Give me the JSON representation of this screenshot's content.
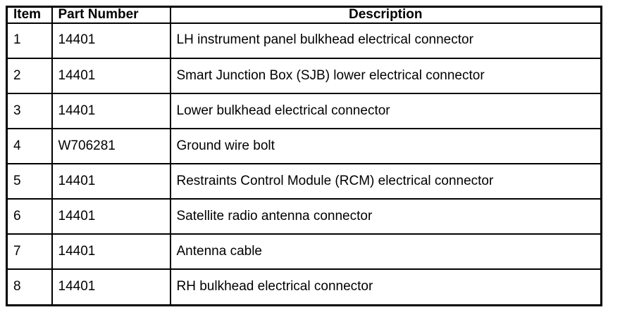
{
  "table": {
    "columns": [
      {
        "key": "item",
        "label": "Item"
      },
      {
        "key": "part_number",
        "label": "Part Number"
      },
      {
        "key": "description",
        "label": "Description"
      }
    ],
    "rows": [
      {
        "item": "1",
        "part_number": "14401",
        "description": "LH instrument panel bulkhead electrical connector"
      },
      {
        "item": "2",
        "part_number": "14401",
        "description": "Smart Junction Box (SJB) lower electrical connector"
      },
      {
        "item": "3",
        "part_number": "14401",
        "description": "Lower bulkhead electrical connector"
      },
      {
        "item": "4",
        "part_number": "W706281",
        "description": "Ground wire bolt"
      },
      {
        "item": "5",
        "part_number": "14401",
        "description": "Restraints Control Module (RCM) electrical connector"
      },
      {
        "item": "6",
        "part_number": "14401",
        "description": "Satellite radio antenna connector"
      },
      {
        "item": "7",
        "part_number": "14401",
        "description": "Antenna cable"
      },
      {
        "item": "8",
        "part_number": "14401",
        "description": "RH bulkhead electrical connector"
      }
    ],
    "border_color": "#000000",
    "background_color": "#ffffff",
    "text_color": "#000000"
  }
}
